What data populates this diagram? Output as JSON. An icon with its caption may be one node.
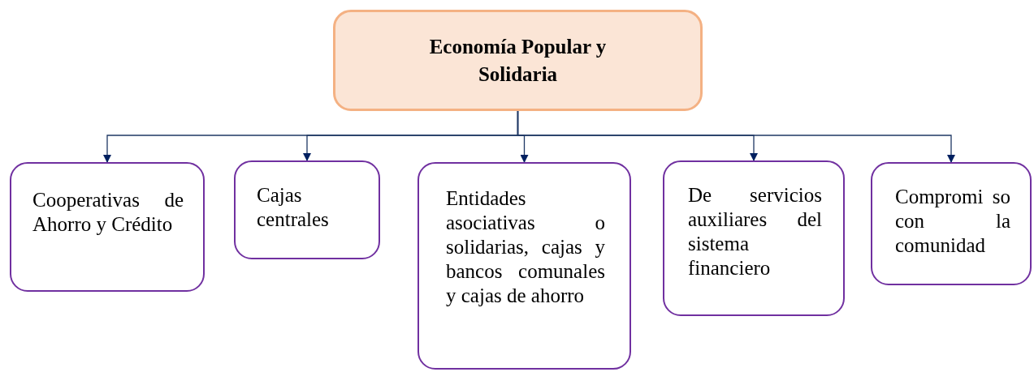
{
  "diagram": {
    "nodes": [
      {
        "text": [
          "Economía Popular y Solidaria"
        ]
      },
      {
        "text": [
          "Cooperativas de Ahorro y Crédito"
        ]
      },
      {
        "text": [
          "Cajas centrales"
        ]
      },
      {
        "text": [
          "Entidades asociativas o solidarias, cajas y bancos comunales y cajas de ahorro"
        ]
      },
      {
        "text": [
          "De servicios auxiliares del sistema financiero"
        ]
      },
      {
        "text": [
          "Compromi so con la comunidad"
        ]
      }
    ],
    "edges": [
      {
        "from": 0,
        "to": 1,
        "arrow": "to"
      },
      {
        "from": 0,
        "to": 2,
        "arrow": "to"
      },
      {
        "from": 0,
        "to": 3,
        "arrow": "to"
      },
      {
        "from": 0,
        "to": 4,
        "arrow": "to"
      },
      {
        "from": 0,
        "to": 5,
        "arrow": "to"
      }
    ]
  }
}
